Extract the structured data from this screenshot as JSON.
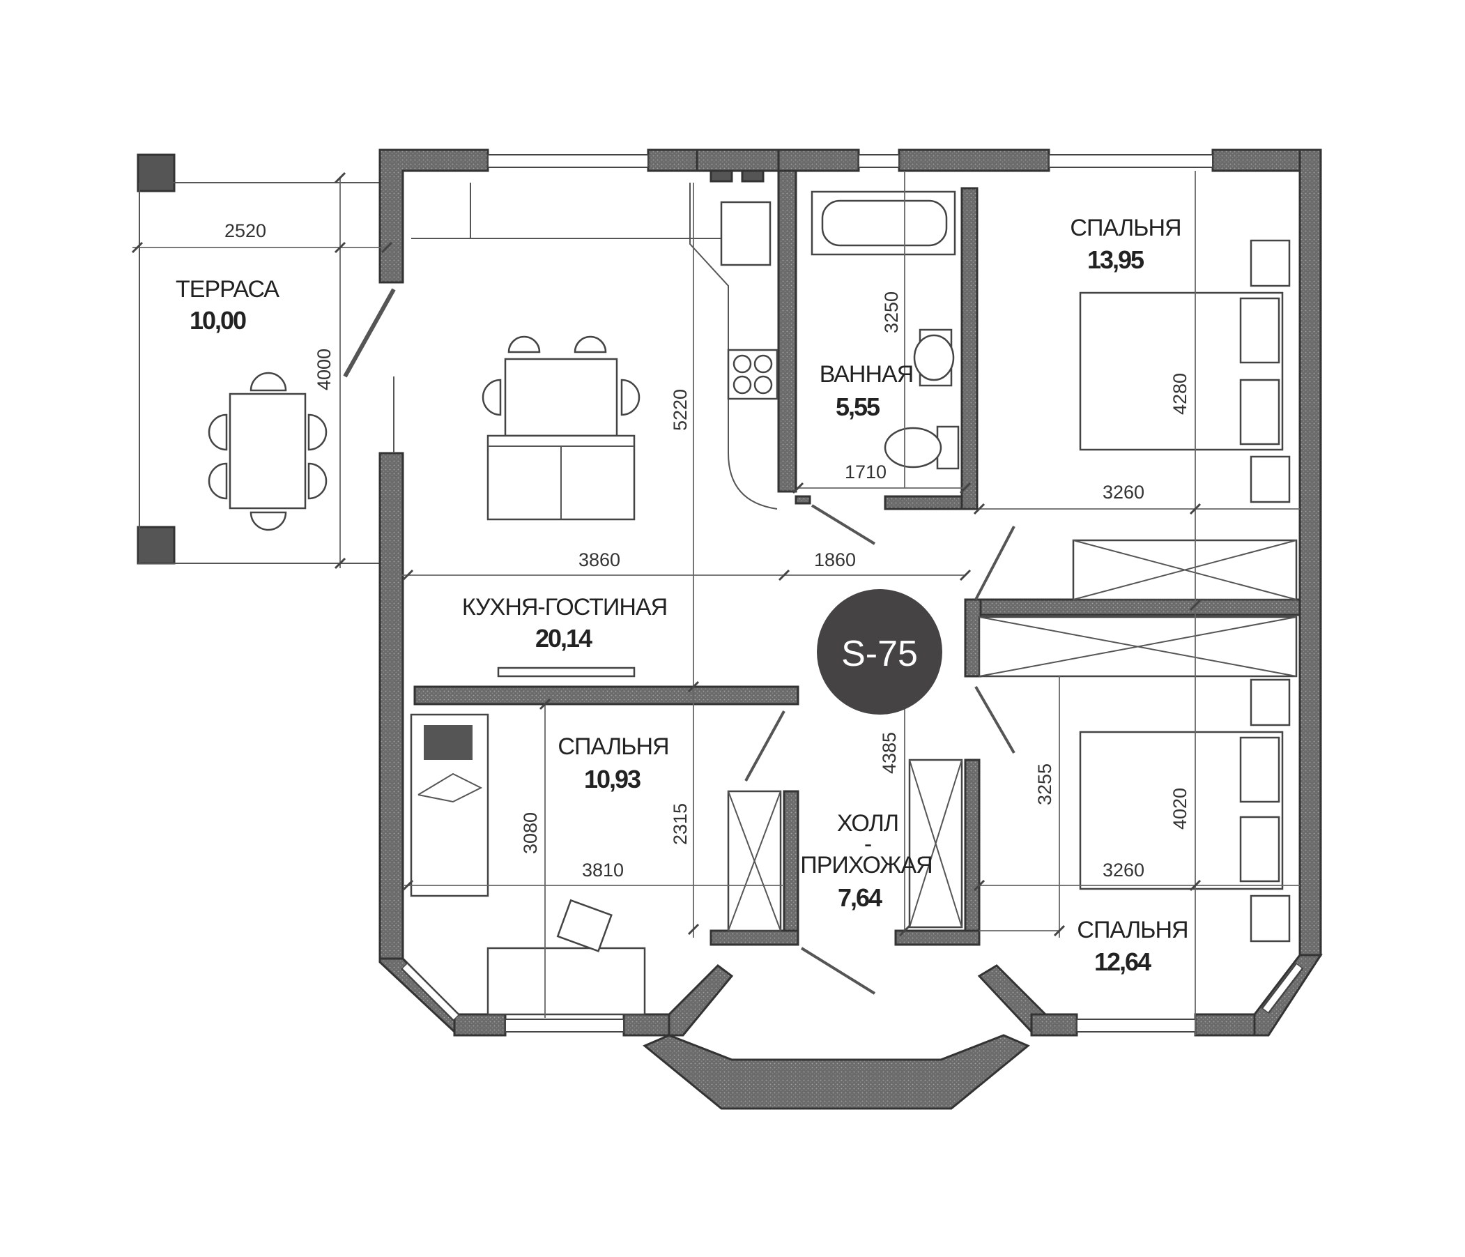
{
  "plan_badge": "S-75",
  "rooms": [
    {
      "name": "ТЕРРАСА",
      "area": "10,00"
    },
    {
      "name": "КУХНЯ-ГОСТИНАЯ",
      "area": "20,14"
    },
    {
      "name": "ВАННАЯ",
      "area": "5,55"
    },
    {
      "name": "СПАЛЬНЯ",
      "area": "13,95"
    },
    {
      "name": "СПАЛЬНЯ",
      "area": "10,93"
    },
    {
      "name": "ХОЛЛ",
      "name2": "-",
      "name3": "ПРИХОЖАЯ",
      "area": "7,64"
    },
    {
      "name": "СПАЛЬНЯ",
      "area": "12,64"
    }
  ],
  "dimensions": {
    "terrace_width": "2520",
    "terrace_depth": "4000",
    "kitchen_width": "3860",
    "kitchen_depth": "5220",
    "hall_width": "1860",
    "bath_width": "1710",
    "bath_depth": "3250",
    "bed1_width": "3260",
    "bed1_depth": "4280",
    "bed2_width": "3810",
    "bed2_depth": "3080",
    "corridor_depth": "2315",
    "hall_depth": "4385",
    "bed3_depth": "3255",
    "bed3_width": "3260",
    "bed3_depth2": "4020"
  }
}
